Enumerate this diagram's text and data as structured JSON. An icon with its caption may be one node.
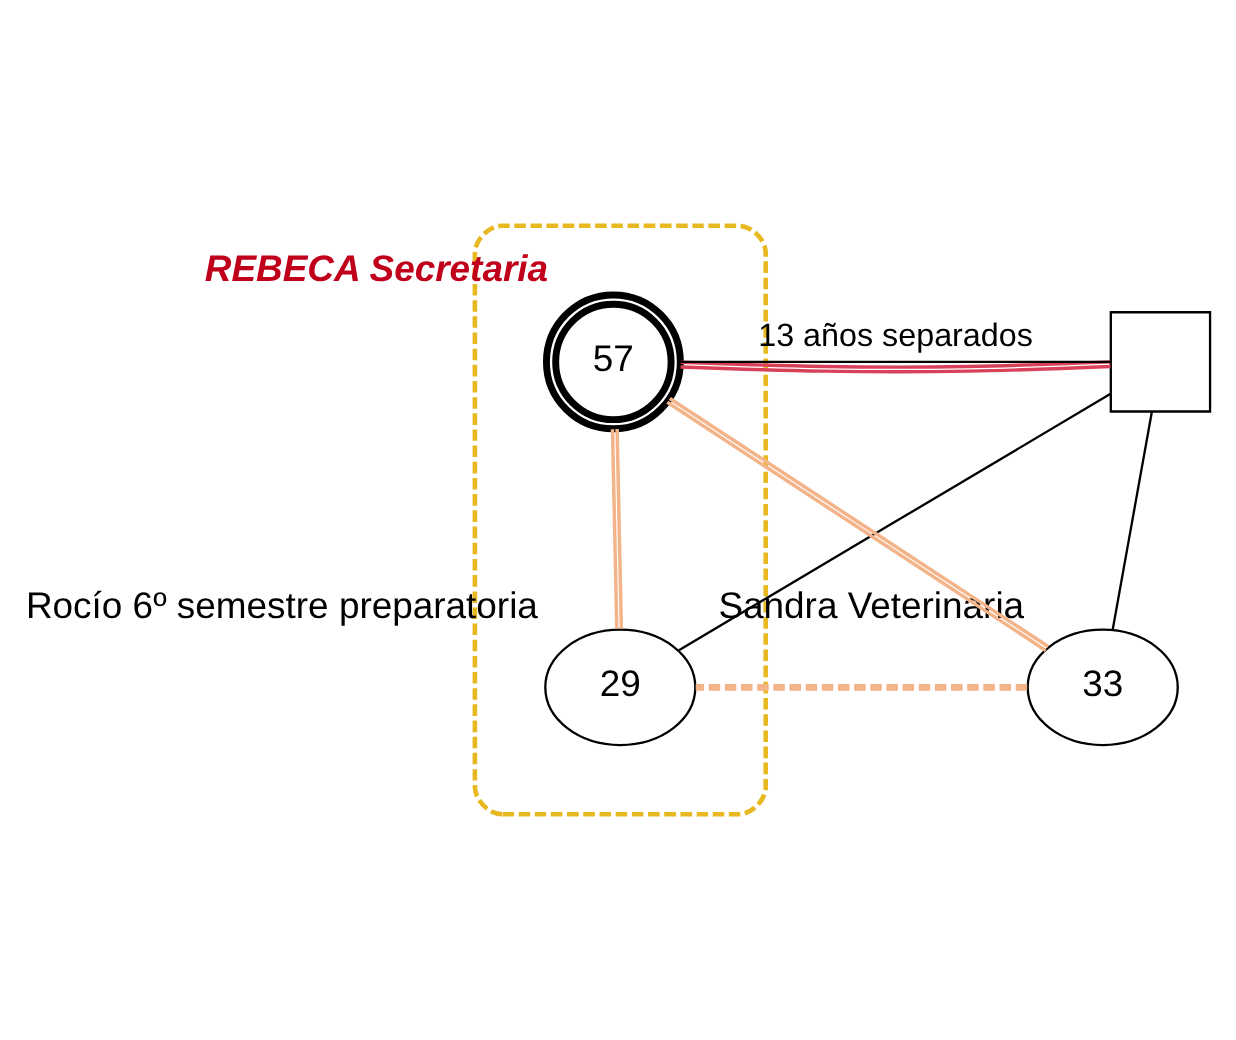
{
  "diagram": {
    "nodes": [
      {
        "text": [],
        "shape": "box"
      },
      {
        "text": [],
        "shape": "ellipse"
      },
      {
        "text": [
          "57"
        ],
        "in": 1,
        "beside": [
          "REBECA Secretaria"
        ]
      },
      {
        "text": [
          "33"
        ],
        "beside": [
          "Sandra Veterinaria"
        ]
      },
      {
        "text": [
          "29"
        ],
        "in": 1,
        "beside": [
          "Rocío 6º semestre preparatoria"
        ]
      }
    ],
    "edges": [
      {
        "from": 0,
        "to": 2,
        "arrow": "none",
        "color": "#d9405a"
      },
      {
        "from": 0,
        "to": 2,
        "arrow": "none",
        "label": "13 años separados"
      },
      {
        "from": 0,
        "to": 3,
        "arrow": "none"
      },
      {
        "from": 0,
        "to": 4,
        "arrow": "none"
      },
      {
        "from": 2,
        "to": 3,
        "arrow": "none",
        "color": "#f4b48a"
      },
      {
        "from": 2,
        "to": 4,
        "arrow": "none",
        "color": "#f4b48a"
      },
      {
        "from": 3,
        "to": 4,
        "arrow": "none",
        "style": "dashed",
        "color": "#f4b48a"
      }
    ]
  }
}
